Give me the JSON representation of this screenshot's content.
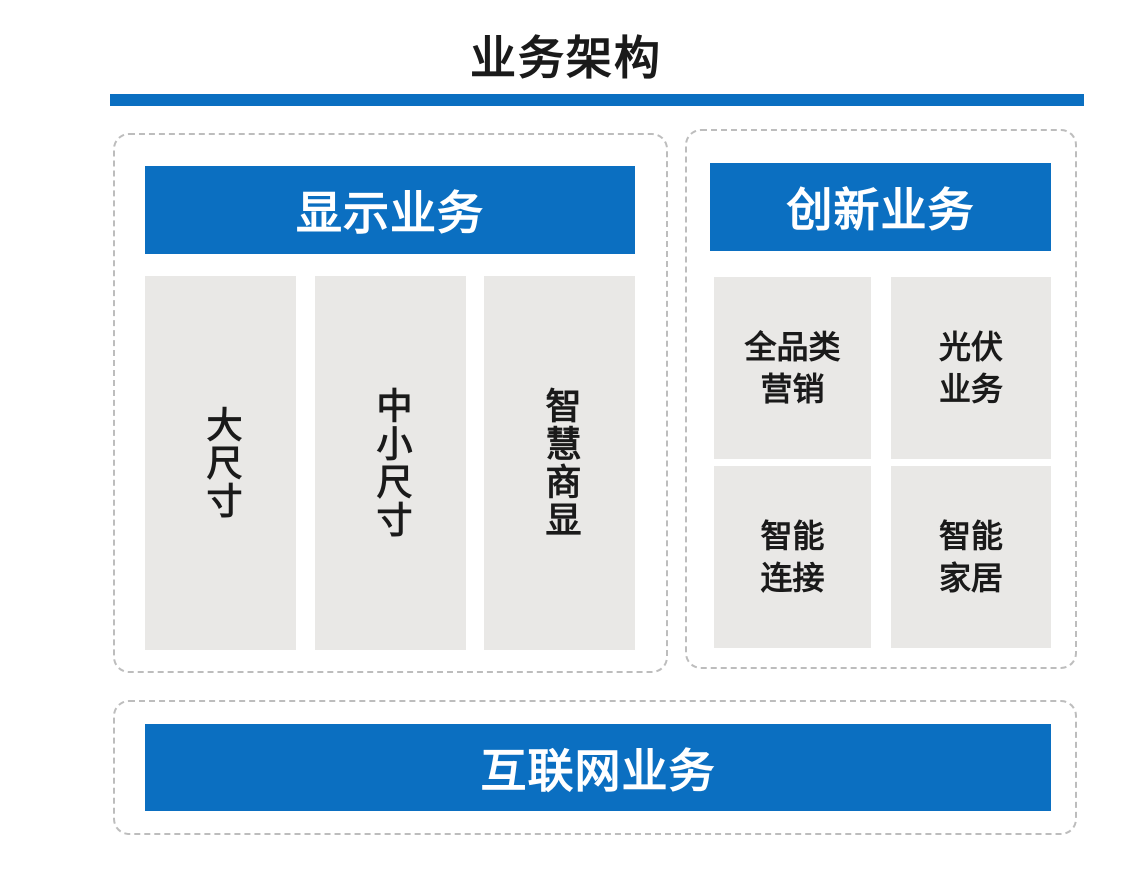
{
  "title": "业务架构",
  "colors": {
    "accent": "#0b6fc1",
    "tile_bg": "#e9e8e6",
    "dashed_border": "#bdbdbd"
  },
  "display_business": {
    "header": "显示业务",
    "items": [
      "大尺寸",
      "中小尺寸",
      "智慧商显"
    ]
  },
  "innovation_business": {
    "header": "创新业务",
    "items": [
      {
        "line1": "全品类",
        "line2": "营销"
      },
      {
        "line1": "光伏",
        "line2": "业务"
      },
      {
        "line1": "智能",
        "line2": "连接"
      },
      {
        "line1": "智能",
        "line2": "家居"
      }
    ]
  },
  "internet_business": {
    "header": "互联网业务"
  }
}
